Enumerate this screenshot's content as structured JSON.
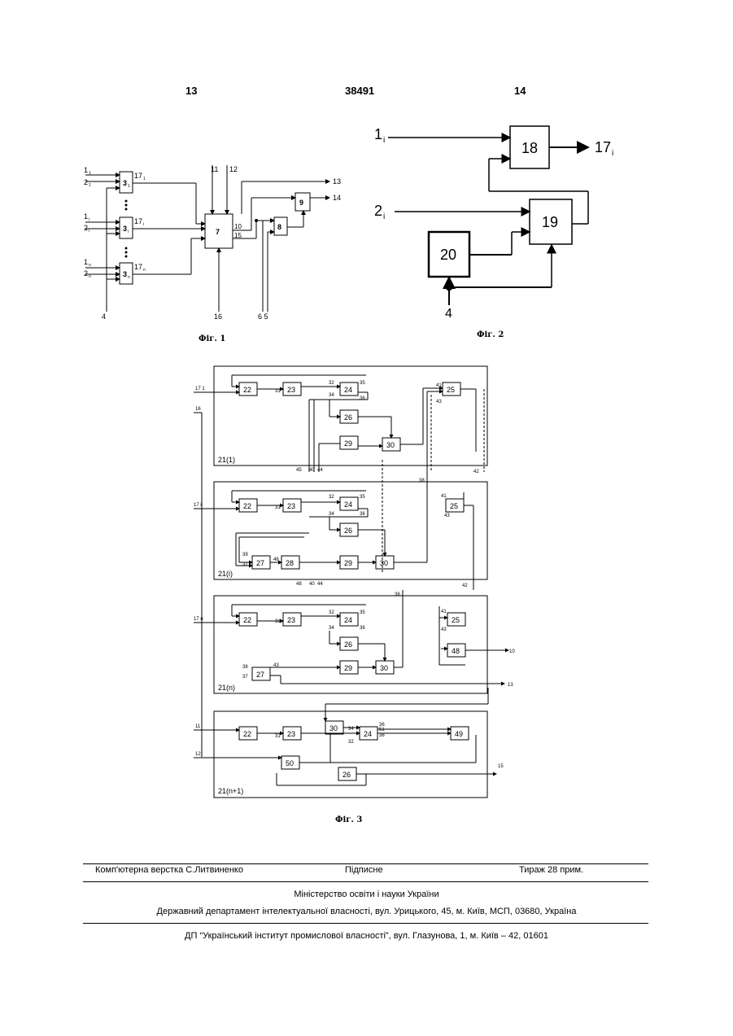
{
  "header": {
    "left": "13",
    "center": "38491",
    "right": "14"
  },
  "figures": {
    "fig1": {
      "caption": "Фіг. 1",
      "inputs": [
        "1",
        "2",
        "1",
        "2",
        "1",
        "2"
      ],
      "input_subs": [
        "1",
        "1",
        "i",
        "i",
        "n",
        "n"
      ],
      "block3": "3",
      "block3_subs": [
        "1",
        "i",
        "n"
      ],
      "out17": "17",
      "out17_subs": [
        "1",
        "i",
        "n"
      ],
      "block7": "7",
      "block8": "8",
      "block9": "9",
      "top_inputs": [
        "11",
        "12"
      ],
      "bottom16": "16",
      "out13": "13",
      "out14": "14",
      "lbl10": "10",
      "lbl15": "15",
      "bottom65": "6 5",
      "input4": "4"
    },
    "fig2": {
      "caption": "Фіг. 2",
      "in1": "1",
      "in2": "2",
      "sub": "i",
      "block18": "18",
      "block19": "19",
      "block20": "20",
      "out": "17",
      "out_sub": "i",
      "in4": "4"
    },
    "fig3": {
      "caption": "Фіг. 3",
      "groups": [
        "21(1)",
        "21(i)",
        "21(n)",
        "21(n+1)"
      ],
      "inputs": [
        "17 1",
        "16",
        "17 i",
        "17 n",
        "11",
        "12"
      ],
      "outputs": [
        "10",
        "13",
        "15"
      ],
      "blocks_g1": [
        "22",
        "23",
        "24",
        "25",
        "26",
        "29",
        "30"
      ],
      "blocks_g2": [
        "22",
        "23",
        "24",
        "25",
        "26",
        "27",
        "28",
        "29",
        "30"
      ],
      "blocks_g3": [
        "22",
        "23",
        "24",
        "25",
        "26",
        "27",
        "29",
        "30",
        "48"
      ],
      "blocks_g4": [
        "22",
        "23",
        "30",
        "24",
        "49",
        "50",
        "26"
      ],
      "wire_labels_g1": [
        "31",
        "32",
        "35",
        "34",
        "36",
        "41",
        "43"
      ],
      "wire_labels_g1_bottom": [
        "45",
        "40",
        "44",
        "38",
        "42"
      ],
      "wire_labels_g2": [
        "41",
        "32",
        "35",
        "31",
        "34",
        "36",
        "43",
        "39",
        "37",
        "46"
      ],
      "wire_labels_g2_bottom": [
        "48",
        "40",
        "44",
        "38",
        "42"
      ],
      "wire_labels_g3": [
        "32",
        "35",
        "31",
        "34",
        "36",
        "41",
        "43",
        "38",
        "37",
        "43"
      ],
      "wire_labels_g4": [
        "31",
        "32",
        "34",
        "36",
        "51",
        "38"
      ]
    }
  },
  "footer": {
    "line1_left": "Комп'ютерна верстка С.Литвиненко",
    "line1_center": "Підписне",
    "line1_right": "Тираж 28 прим.",
    "line2": "Міністерство освіти і науки України",
    "line3": "Державний департамент інтелектуальної власності, вул. Урицького, 45, м. Київ, МСП, 03680, Україна",
    "line4": "ДП “Український інститут промислової власності”, вул. Глазунова, 1, м. Київ – 42, 01601"
  }
}
